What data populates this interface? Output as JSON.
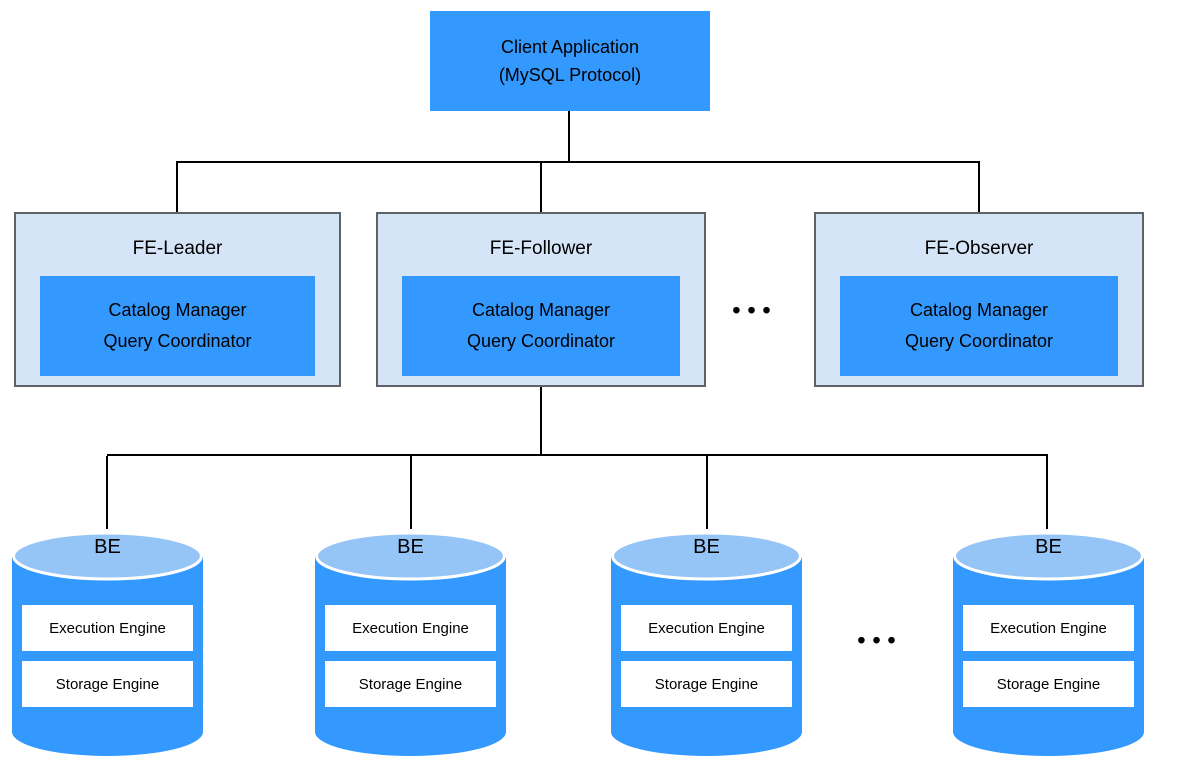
{
  "diagram": {
    "client_node": {
      "label_line1": "Client Application",
      "label_line2": "(MySQL Protocol)"
    },
    "fe_nodes": [
      {
        "title": "FE-Leader",
        "module_lines": [
          "Catalog Manager",
          "Query Coordinator"
        ]
      },
      {
        "title": "FE-Follower",
        "module_lines": [
          "Catalog Manager",
          "Query Coordinator"
        ]
      },
      {
        "title": "FE-Observer",
        "module_lines": [
          "Catalog Manager",
          "Query Coordinator"
        ]
      }
    ],
    "fe_ellipsis": "•••",
    "be_nodes": [
      {
        "title": "BE",
        "modules": [
          "Execution Engine",
          "Storage Engine"
        ]
      },
      {
        "title": "BE",
        "modules": [
          "Execution Engine",
          "Storage Engine"
        ]
      },
      {
        "title": "BE",
        "modules": [
          "Execution Engine",
          "Storage Engine"
        ]
      },
      {
        "title": "BE",
        "modules": [
          "Execution Engine",
          "Storage Engine"
        ]
      }
    ],
    "be_ellipsis": "•••",
    "colors": {
      "primary_blue": "#3399FF",
      "fe_fill": "#D5E5F7",
      "fe_border": "#5F6368",
      "cylinder_top": "#95C5F6",
      "connector": "#000000"
    }
  }
}
